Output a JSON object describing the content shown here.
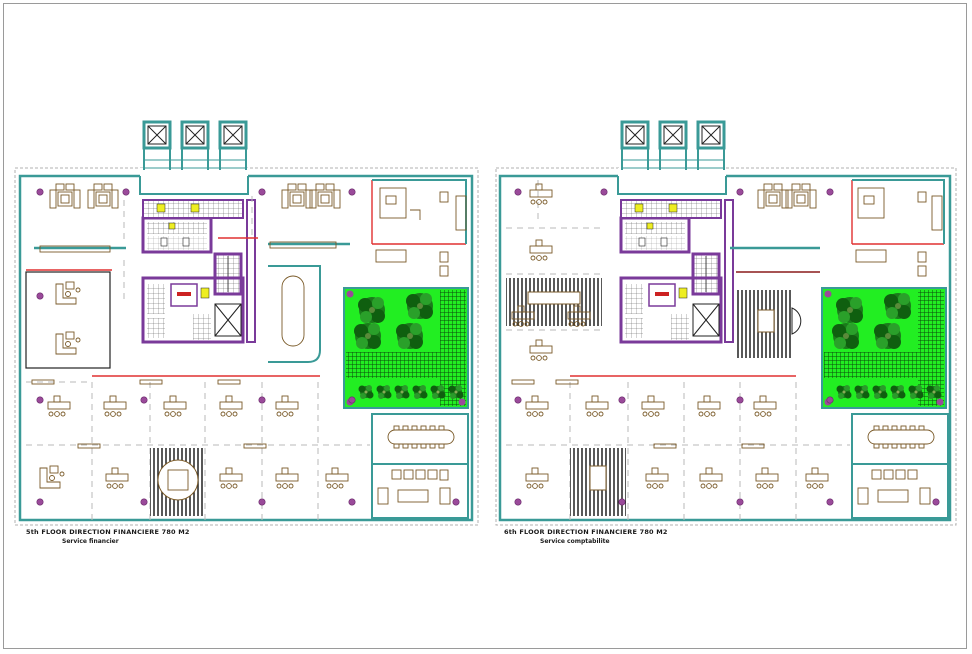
{
  "drawings": [
    {
      "id": "floor-5",
      "title": "5th FLOOR DIRECTION FINANCIERE 780 M2",
      "subtitle": "Service financier"
    },
    {
      "id": "floor-6",
      "title": "6th FLOOR DIRECTION FINANCIERE 780 M2",
      "subtitle": "Service comptabilite"
    }
  ],
  "colors": {
    "wall": "#3a9a97",
    "furniture": "#7a5a28",
    "garden": "#22ee22",
    "garden_trees": "#117711",
    "column": "#8a3a8a",
    "partition_red": "#e03030",
    "core_wall": "#7a3a9a",
    "elevator": "#3a9a97",
    "hatch": "#222222"
  },
  "icons": [
    "elevator-icon",
    "tree-icon",
    "column-icon",
    "desk-icon",
    "chair-icon",
    "meeting-table-icon",
    "stair-icon",
    "toilet-icon"
  ]
}
